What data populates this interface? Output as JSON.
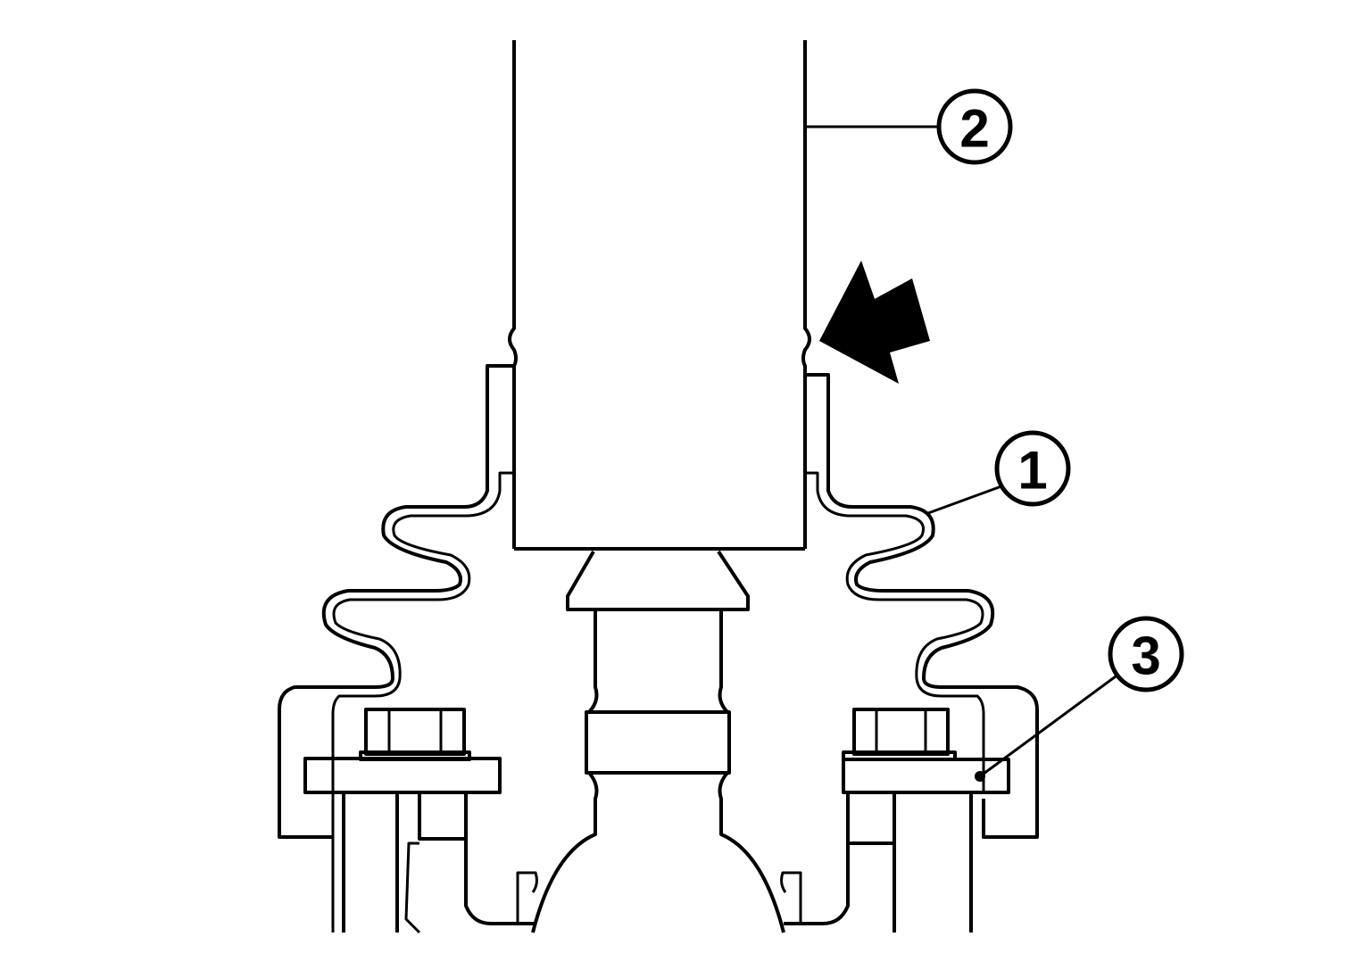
{
  "callouts": [
    {
      "id": "1",
      "label": "1"
    },
    {
      "id": "2",
      "label": "2"
    },
    {
      "id": "3",
      "label": "3"
    }
  ],
  "colors": {
    "line": "#000000",
    "background": "#ffffff"
  },
  "icons": {
    "direction_arrow": "arrow-icon"
  }
}
